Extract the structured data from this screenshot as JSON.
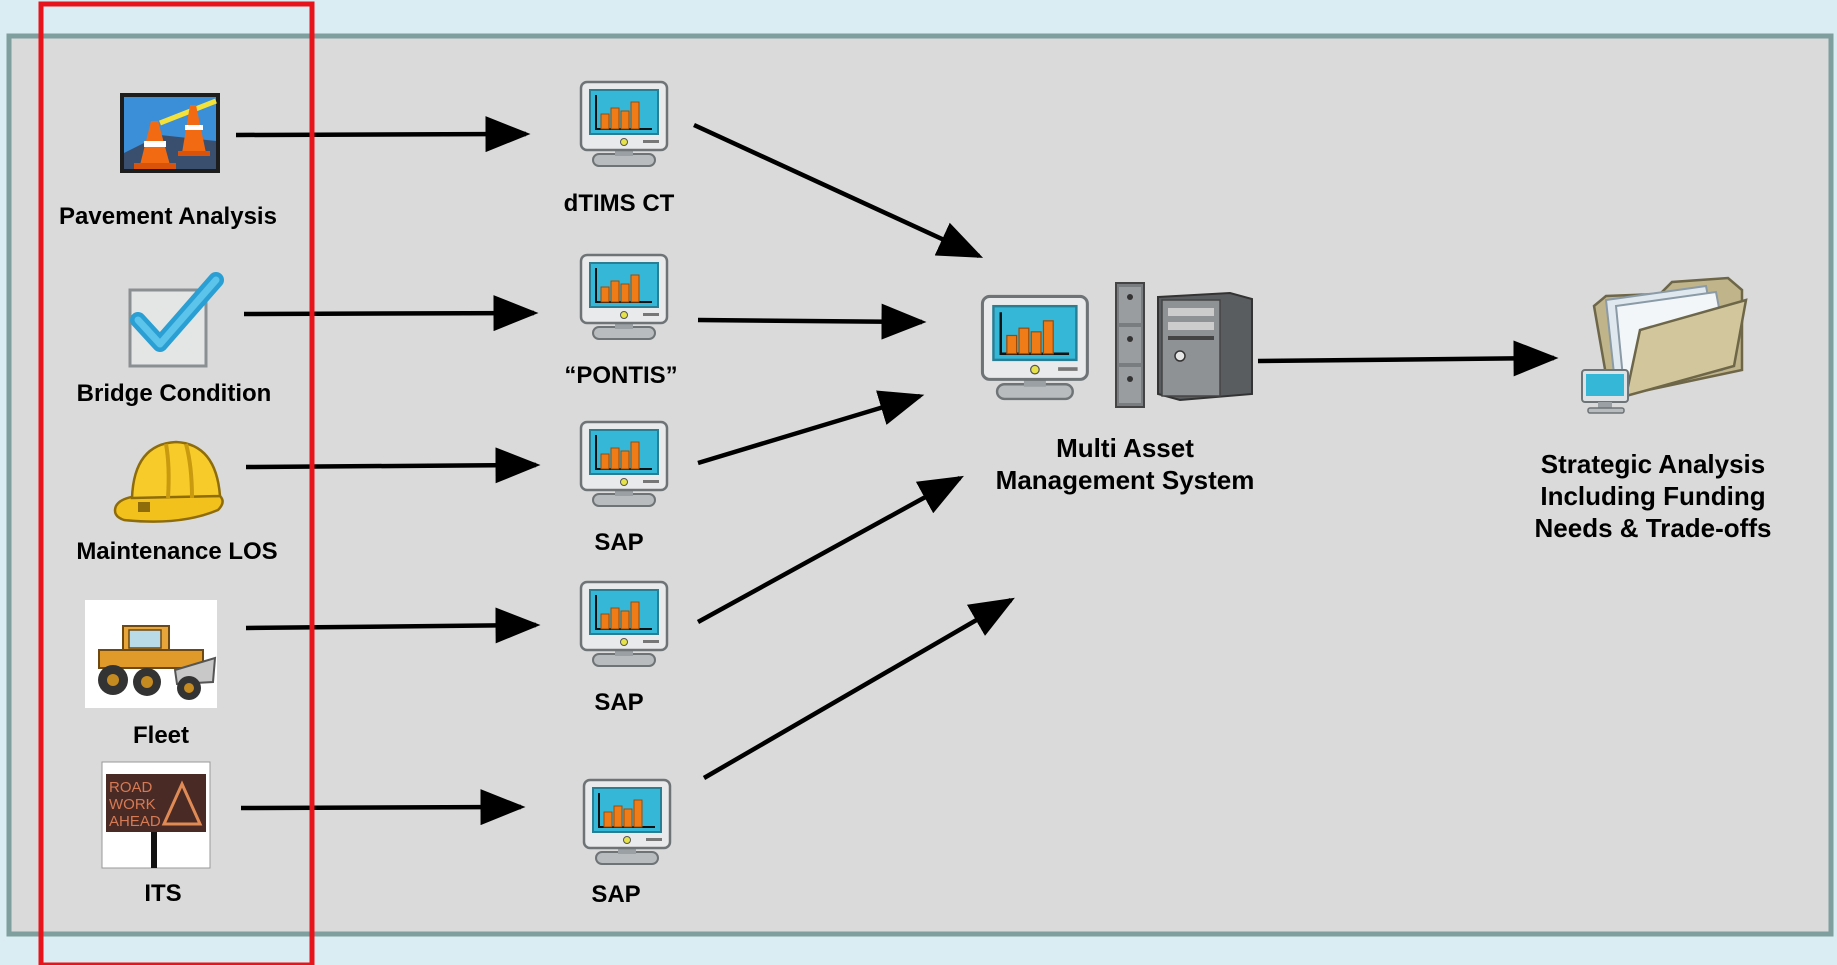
{
  "inputs": [
    {
      "label": "Pavement Analysis",
      "icon": "traffic-cones-icon"
    },
    {
      "label": "Bridge Condition",
      "icon": "checkmark-icon"
    },
    {
      "label": "Maintenance LOS",
      "icon": "hard-hat-icon"
    },
    {
      "label": "Fleet",
      "icon": "motor-grader-icon"
    },
    {
      "label": "ITS",
      "icon": "road-work-sign-icon",
      "sign_lines": [
        "ROAD",
        "WORK",
        "AHEAD"
      ]
    }
  ],
  "systems": [
    {
      "label": "dTIMS CT",
      "icon": "computer-monitor-icon"
    },
    {
      "label": "“PONTIS”",
      "icon": "computer-monitor-icon"
    },
    {
      "label": "SAP",
      "icon": "computer-monitor-icon"
    },
    {
      "label": "SAP",
      "icon": "computer-monitor-icon"
    },
    {
      "label": "SAP",
      "icon": "computer-monitor-icon"
    }
  ],
  "hub": {
    "label_lines": [
      "Multi Asset",
      "Management System"
    ],
    "icon": "computer-workstation-icon"
  },
  "output": {
    "label_lines": [
      "Strategic Analysis",
      "Including Funding",
      "Needs & Trade-offs"
    ],
    "icon": "file-folder-icon"
  },
  "colors": {
    "page_background": "#d9edf2",
    "panel_fill": "#dadada",
    "panel_border": "#7f9e9e",
    "highlight_box": "#e8141c",
    "arrow": "#000000",
    "chart_bar": "#f07c18",
    "screen": "#35b8d8"
  }
}
